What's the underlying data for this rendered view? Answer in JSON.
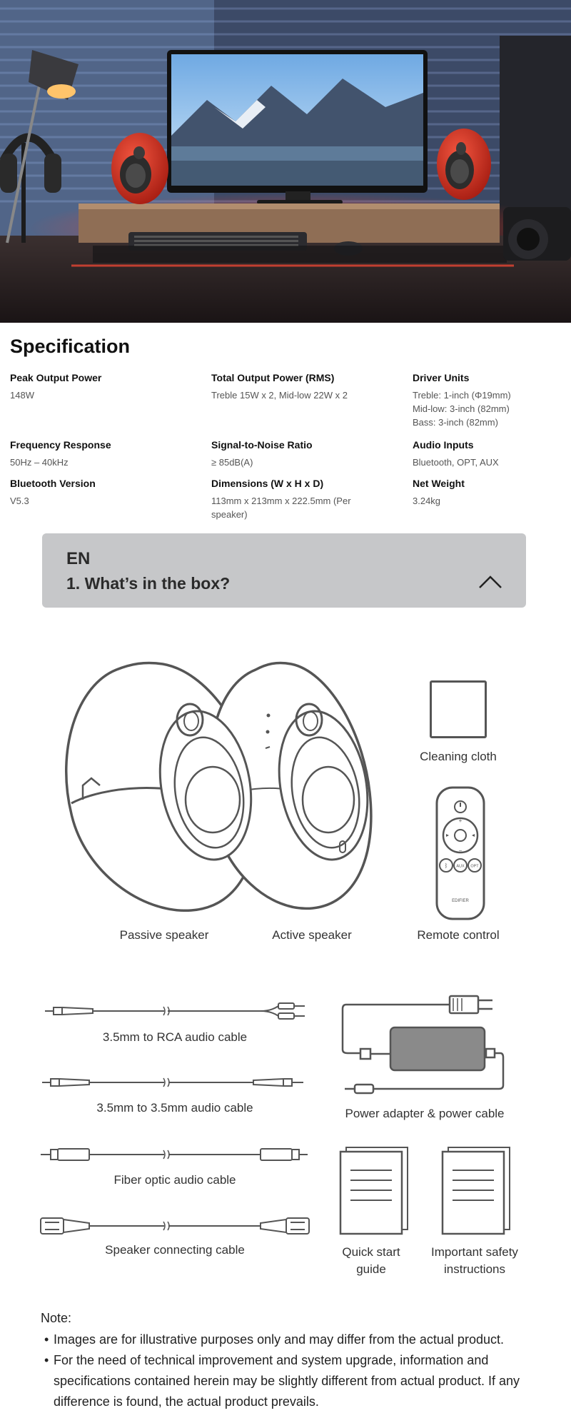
{
  "specification": {
    "title": "Specification",
    "items": [
      {
        "label": "Peak Output Power",
        "value": "148W"
      },
      {
        "label": "Total Output Power (RMS)",
        "value": "Treble 15W x 2, Mid-low 22W x 2"
      },
      {
        "label": "Driver Units",
        "value": "Treble: 1-inch (Φ19mm)\nMid-low: 3-inch (82mm)\nBass: 3-inch (82mm)"
      },
      {
        "label": "Frequency Response",
        "value": "50Hz – 40kHz"
      },
      {
        "label": "Signal-to-Noise Ratio",
        "value": "≥ 85dB(A)"
      },
      {
        "label": "Audio Inputs",
        "value": "Bluetooth, OPT, AUX"
      },
      {
        "label": "Bluetooth Version",
        "value": "V5.3"
      },
      {
        "label": "Dimensions (W x H x D)",
        "value": "113mm x 213mm x 222.5mm (Per speaker)"
      },
      {
        "label": "Net Weight",
        "value": "3.24kg"
      }
    ]
  },
  "accordion": {
    "language": "EN",
    "heading": "1. What’s in the box?",
    "expanded": true
  },
  "box_contents": {
    "passive_speaker": "Passive speaker",
    "active_speaker": "Active speaker",
    "cleaning_cloth": "Cleaning cloth",
    "remote_control": "Remote control",
    "remote_brand": "EDIFIER",
    "remote_buttons": {
      "aux": "AUX",
      "opt": "OPT"
    },
    "rca_cable": "3.5mm to RCA audio cable",
    "aux_cable": "3.5mm to 3.5mm audio cable",
    "fiber_cable": "Fiber optic audio cable",
    "speaker_cable": "Speaker connecting cable",
    "power_adapter": "Power adapter & power cable",
    "quick_start_line1": "Quick start",
    "quick_start_line2": "guide",
    "safety_line1": "Important safety",
    "safety_line2": "instructions"
  },
  "note": {
    "title": "Note:",
    "items": [
      "Images are for illustrative purposes only and may differ from the actual product.",
      "For the need of technical improvement and system upgrade, information and specifications contained herein may be slightly different from actual product. If any difference is found, the actual product prevails."
    ]
  },
  "colors": {
    "accordion_bg": "#c6c7c9",
    "speaker_red": "#d8301f",
    "line_art": "#555555"
  }
}
